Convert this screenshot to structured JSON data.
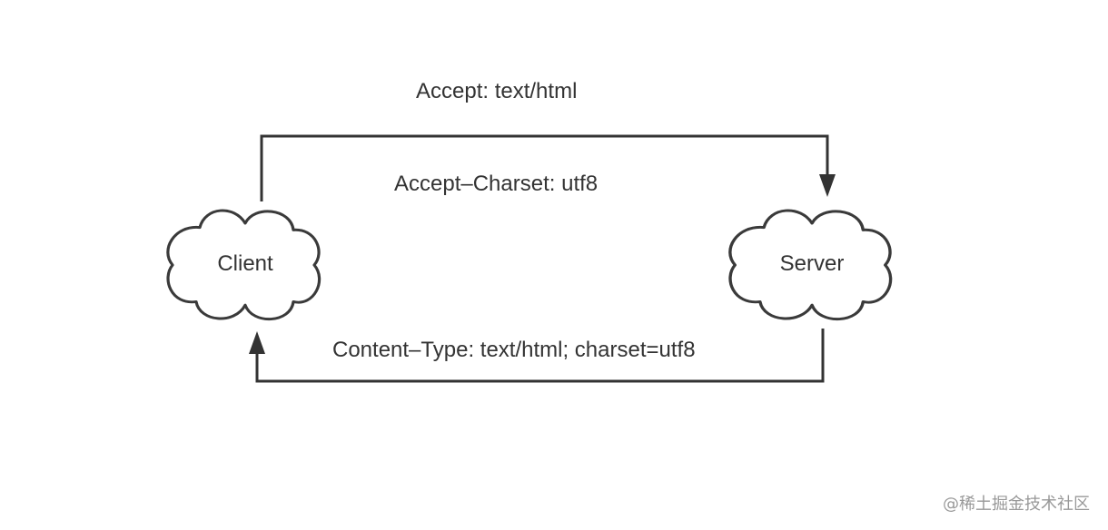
{
  "diagram": {
    "nodes": {
      "client": {
        "label": "Client"
      },
      "server": {
        "label": "Server"
      }
    },
    "edges": {
      "request": {
        "from": "client",
        "to": "server",
        "labels": [
          "Accept: text/html",
          "Accept–Charset: utf8"
        ]
      },
      "response": {
        "from": "server",
        "to": "client",
        "labels": [
          "Content–Type: text/html; charset=utf8"
        ]
      }
    }
  },
  "watermark": "@稀土掘金技术社区"
}
